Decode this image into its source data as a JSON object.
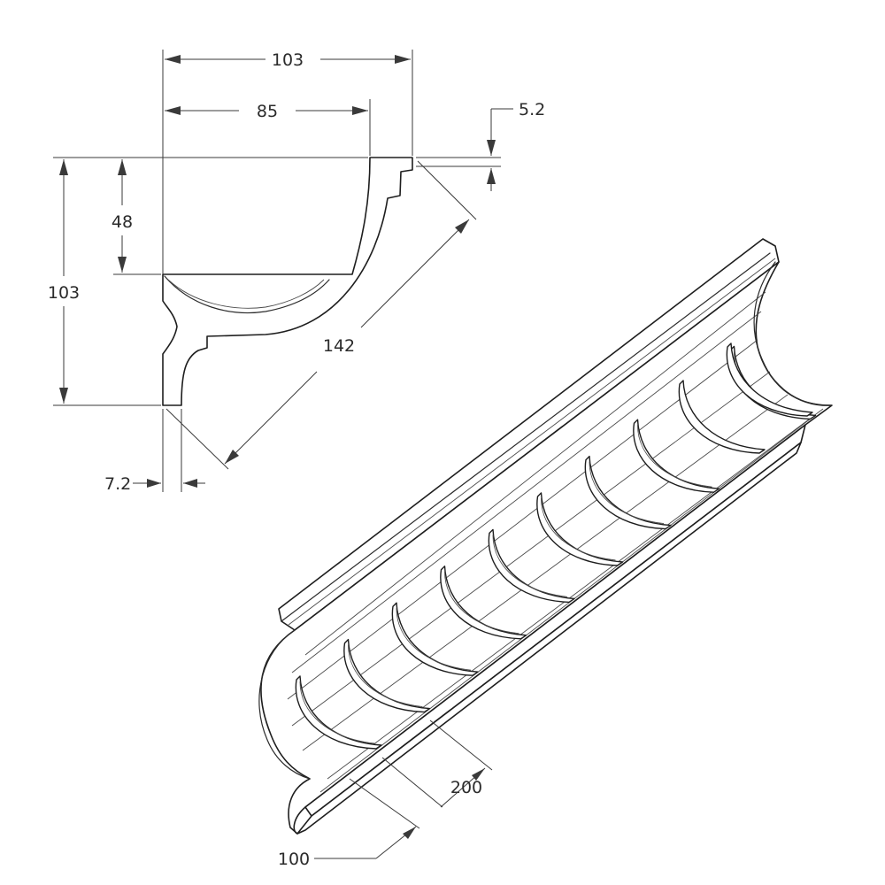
{
  "dimensions": {
    "overall_width": "103",
    "inner_width": "85",
    "step_height": "5.2",
    "upper_height": "48",
    "overall_height": "103",
    "diagonal": "142",
    "base_thickness": "7.2",
    "fin_spacing": "200",
    "end_offset": "100"
  }
}
